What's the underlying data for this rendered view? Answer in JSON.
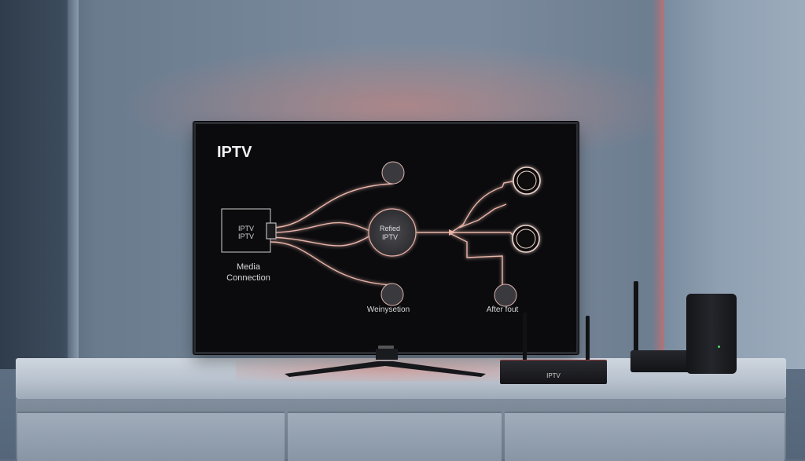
{
  "screen": {
    "title": "IPTV",
    "box_label": "IPTV\nIPTV",
    "media_label": "Media\nConnection",
    "center_label": "Refied\nIPTV",
    "bottom_left_label": "Weinysetion",
    "bottom_right_label": "After fout"
  },
  "set_top_box": {
    "label": "IPTV"
  }
}
